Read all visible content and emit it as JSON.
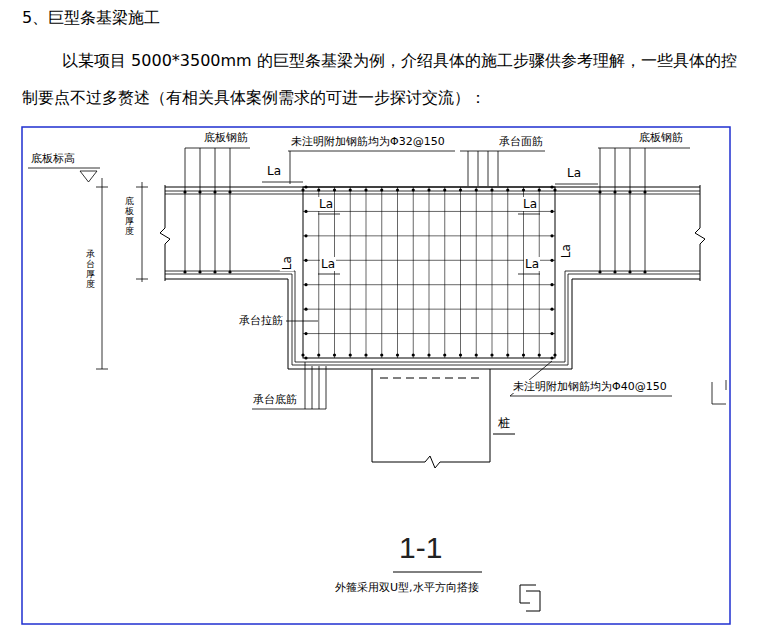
{
  "diagram": {
    "title": "5、巨型条基梁施工",
    "labels": [
      "以某项目 5000*3500mm 的巨型条基梁为例，介绍具体的施工步骤供参考理解，一些具体的控制要点不过多赘述（有相关具体案例需求的可进一步探讨交流）：",
      "底板标高",
      "承台厚度",
      "底板厚度",
      "底板钢筋",
      "未注明附加钢筋均为Φ32@150",
      "承台面筋",
      "底板钢筋",
      "La",
      "La",
      "La",
      "La",
      "La",
      "La",
      "La",
      "La",
      "承台拉筋",
      "承台底筋",
      "未注明附加钢筋均为Φ40@150",
      "桩",
      "1-1",
      "外箍采用双U型,水平方向搭接"
    ]
  }
}
